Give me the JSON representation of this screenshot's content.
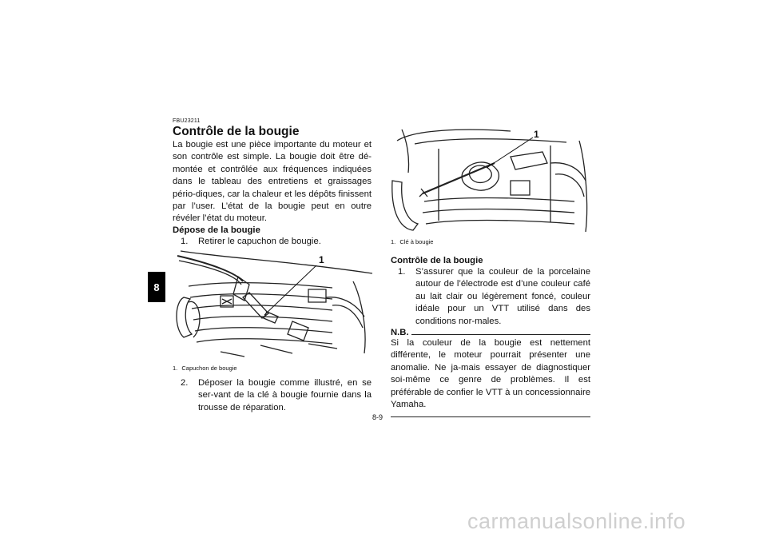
{
  "side_tab": "8",
  "left": {
    "code": "FBU23211",
    "title": "Contrôle de la bougie",
    "intro": "La bougie est une pièce importante du moteur et son contrôle est simple. La bougie doit être dé-montée et contrôlée aux fréquences indiquées dans le tableau des entretiens et graissages pério-diques, car la chaleur et les dépôts finissent par l’user. L’état de la bougie peut en outre révéler l’état du moteur.",
    "section_title": "Dépose de la bougie",
    "step1_num": "1.",
    "step1": "Retirer le capuchon de bougie.",
    "fig_callout": "1",
    "caption_num": "1.",
    "caption": "Capuchon de bougie",
    "step2_num": "2.",
    "step2": "Déposer la bougie comme illustré, en se ser-vant de la clé à bougie fournie dans la trousse de réparation."
  },
  "right": {
    "fig_callout": "1",
    "caption_num": "1.",
    "caption": "Clé à bougie",
    "section_title": "Contrôle de la bougie",
    "step1_num": "1.",
    "step1": "S’assurer que la couleur de la porcelaine autour de l’électrode est d’une couleur café au lait clair ou légèrement foncé, couleur idéale pour un VTT utilisé dans des conditions nor-males.",
    "nb_label": "N.B.",
    "nb_text": "Si la couleur de la bougie est nettement différente, le moteur pourrait présenter une anomalie. Ne ja-mais essayer de diagnostiquer soi-même ce genre de problèmes. Il est préférable de confier le VTT à un concessionnaire Yamaha."
  },
  "page_number": "8-9",
  "watermark": "carmanualsonline.info"
}
